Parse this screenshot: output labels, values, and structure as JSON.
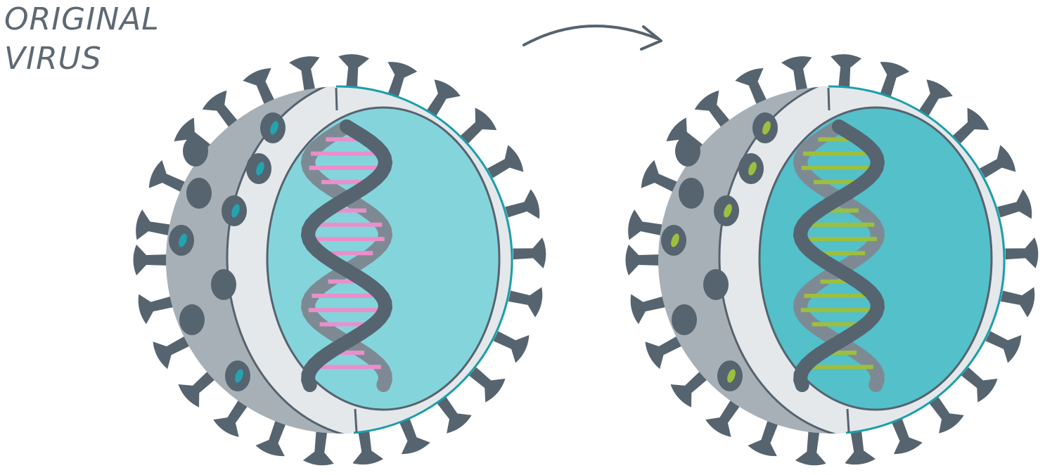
{
  "label": {
    "line1": "ORIGINAL",
    "line2": "VIRUS"
  },
  "colors": {
    "spike": "#566470",
    "shell": "#a7b0b7",
    "membrane": "#e4e8eb",
    "outline": "#56636e",
    "rim": "#1a9fa9",
    "helix_front": "#566470",
    "helix_back": "#7e8a93",
    "original": {
      "core": "#84d5db",
      "accent": "#22a4b0",
      "base_pairs": "#ea8fcb"
    },
    "mutated": {
      "core": "#53c0ca",
      "accent": "#9dbf3d",
      "base_pairs": "#9dbf3d"
    }
  },
  "viruses": [
    {
      "name": "original-virus",
      "variant": "original"
    },
    {
      "name": "mutated-virus",
      "variant": "mutated"
    }
  ],
  "arrow": {
    "direction": "original-to-mutated",
    "icon": "curved-arrow-icon"
  }
}
